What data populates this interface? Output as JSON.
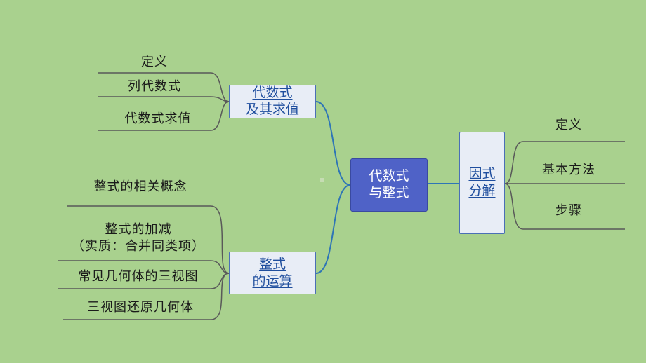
{
  "center": {
    "line1": "代数式",
    "line2": "与整式"
  },
  "branches": {
    "algebra": {
      "line1": "代数式",
      "line2": "及其求值",
      "leaves": [
        "定义",
        "列代数式",
        "代数式求值"
      ]
    },
    "integer": {
      "line1": "整式",
      "line2": "的运算",
      "leaves": [
        {
          "line1": "整式的相关概念"
        },
        {
          "line1": "整式的加减",
          "line2": "（实质：合并同类项）"
        },
        {
          "line1": "常见几何体的三视图"
        },
        {
          "line1": "三视图还原几何体"
        }
      ]
    },
    "factor": {
      "line1": "因式",
      "line2": "分解",
      "leaves": [
        "定义",
        "基本方法",
        "步骤"
      ]
    }
  },
  "colors": {
    "background": "#a9d18e",
    "center_fill": "#4f62c7",
    "side_fill": "#e8edf6",
    "connector": "#2e75b6",
    "leaf_line": "#595959"
  }
}
